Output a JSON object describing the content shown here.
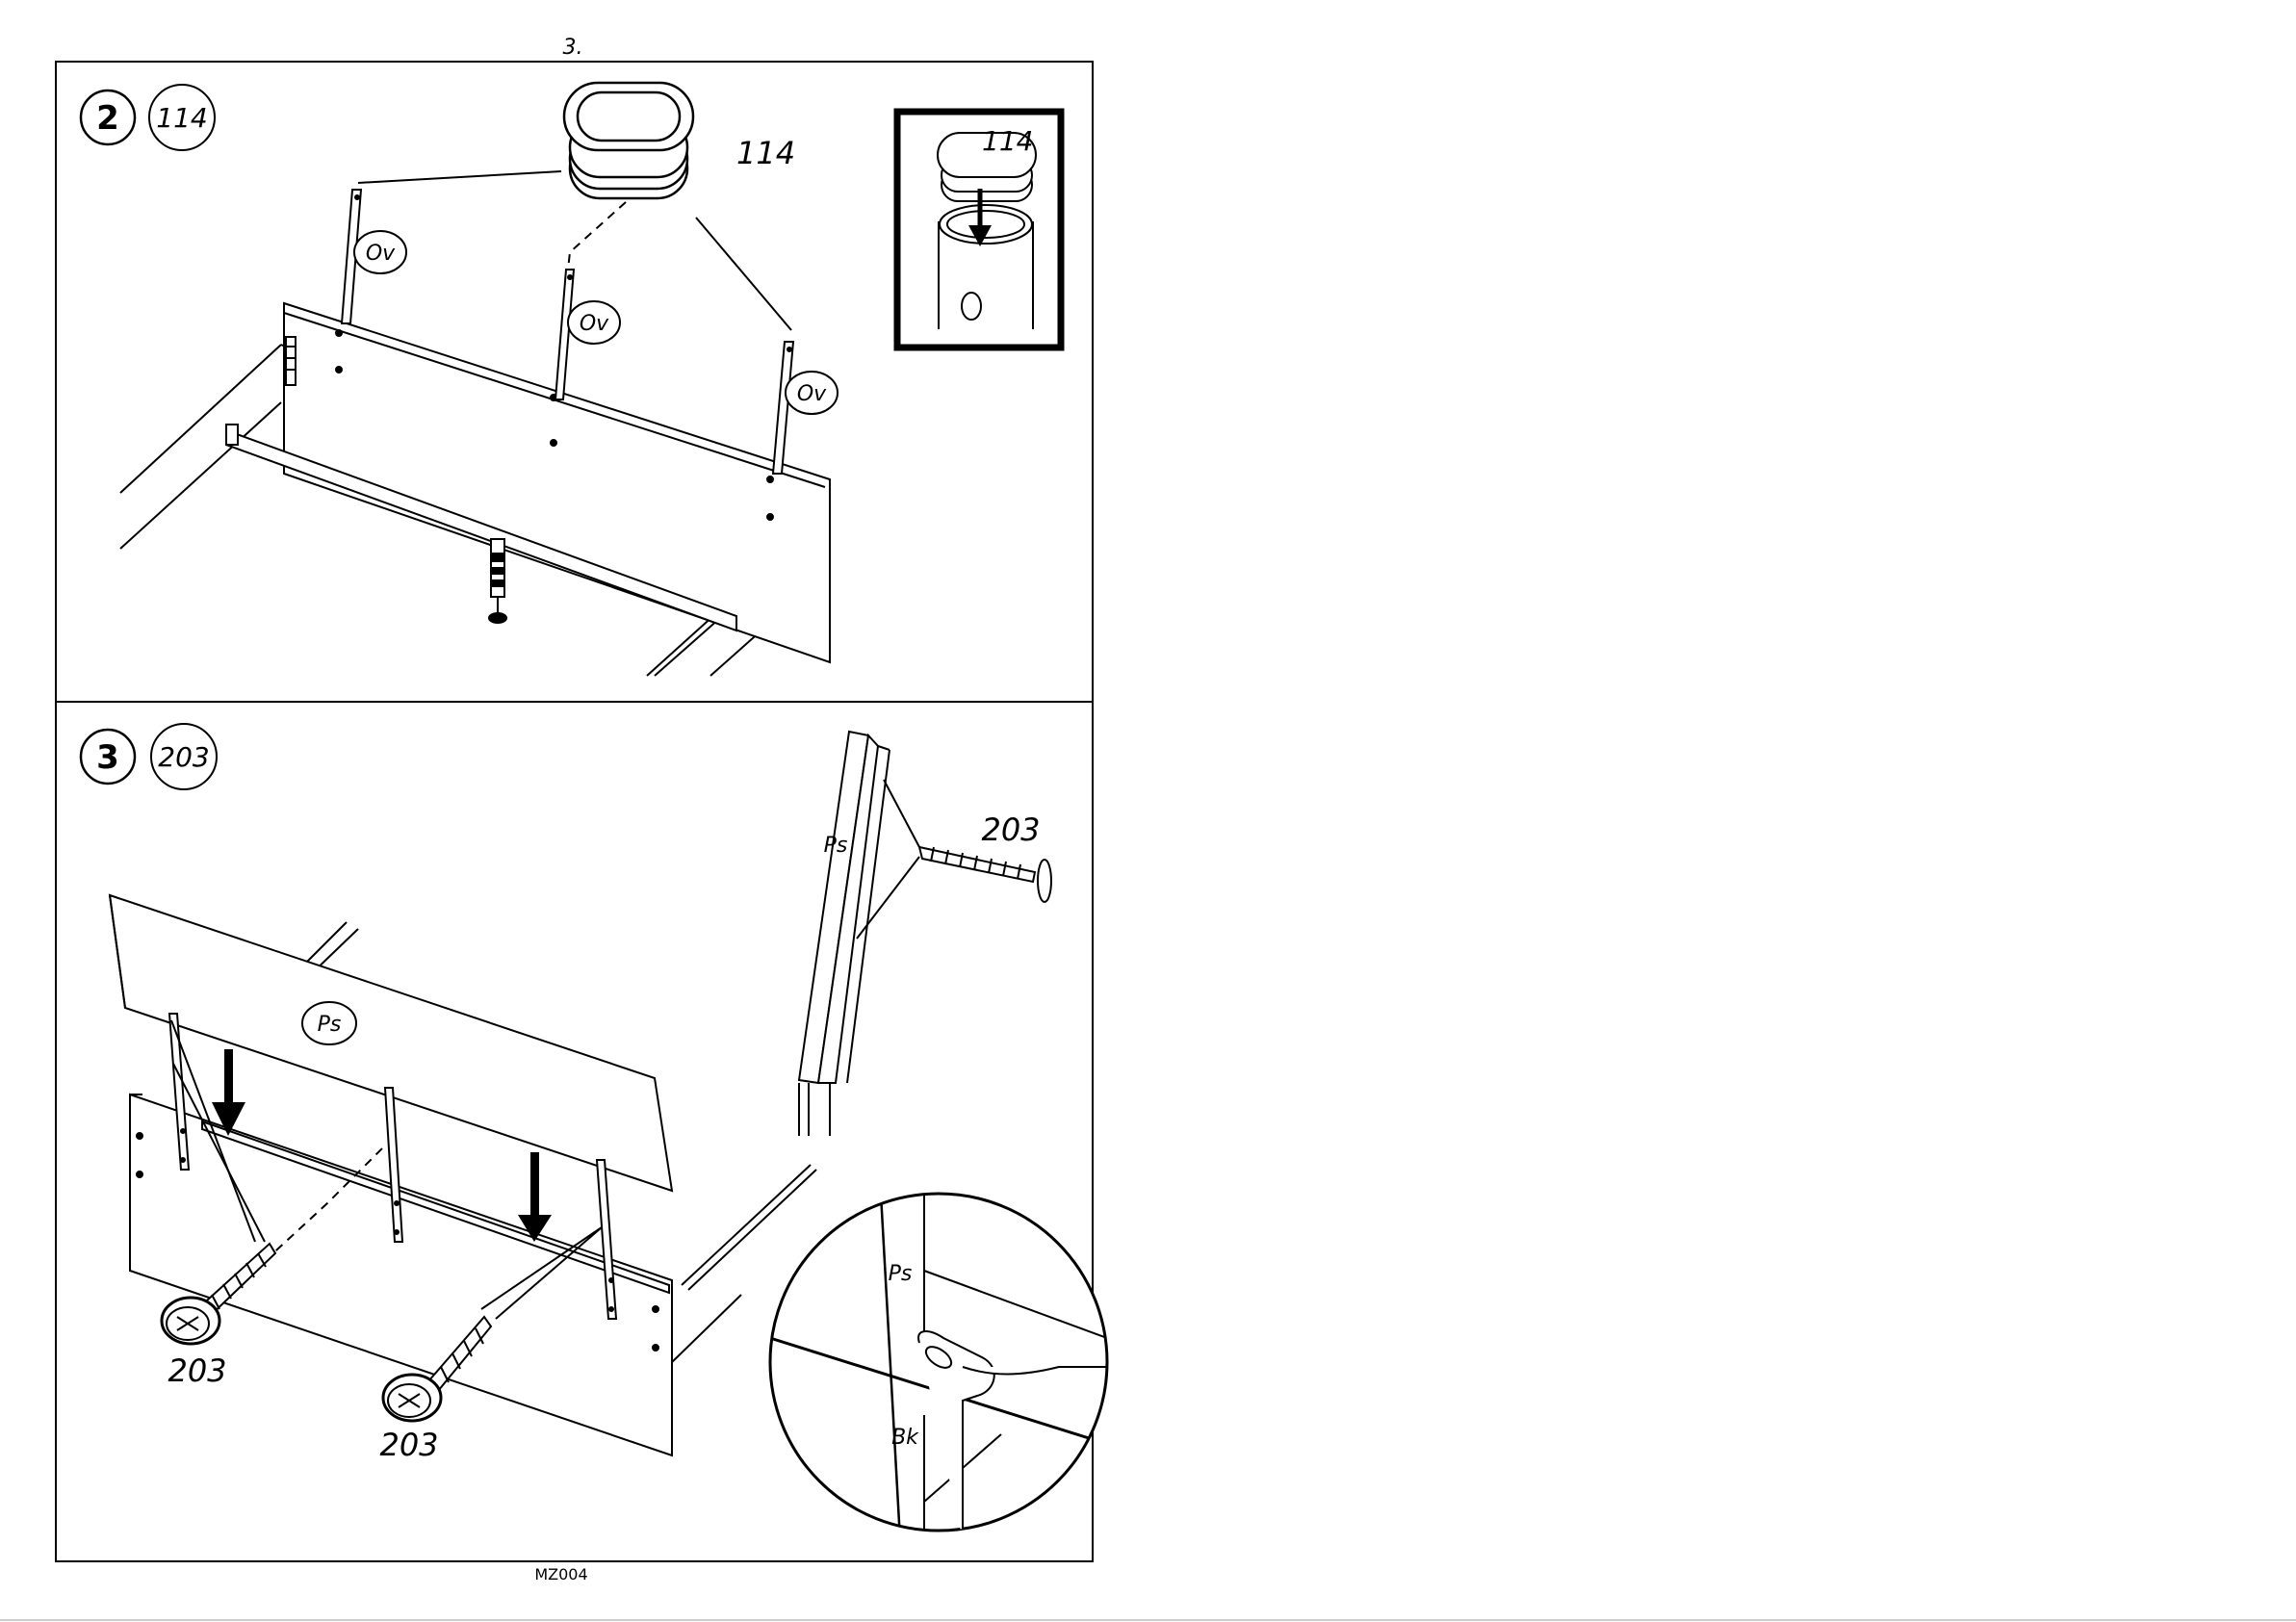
{
  "page": {
    "page_number": "3.",
    "footer_code": "MZ004"
  },
  "step2": {
    "step_number": "2",
    "part_badge": "114",
    "part_label": "114",
    "inset_label": "114",
    "pin_labels": [
      "Ov",
      "Ov",
      "Ov"
    ]
  },
  "step3": {
    "step_number": "3",
    "part_badge": "203",
    "panel_label": "Ps",
    "screw_labels": [
      "203",
      "203",
      "203"
    ],
    "side_view_label": "Ps",
    "detail_labels": [
      "Ps",
      "Bk"
    ]
  }
}
